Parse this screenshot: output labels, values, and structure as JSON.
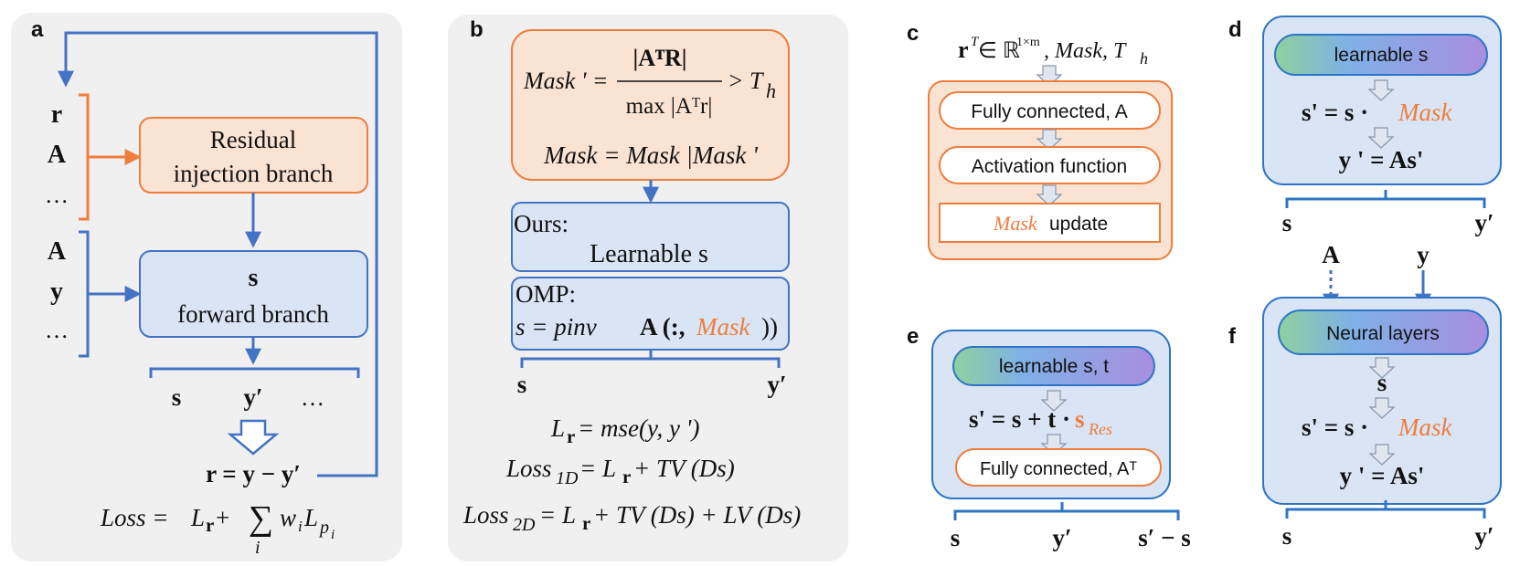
{
  "panels": {
    "a": {
      "letter": "a",
      "left_vars_top": [
        "r",
        "A",
        "…"
      ],
      "left_vars_bottom": [
        "A",
        "y",
        "…"
      ],
      "residual_box": [
        "Residual",
        "injection branch"
      ],
      "forward_box": [
        "s",
        "forward branch"
      ],
      "outputs": [
        "s",
        "y′",
        "…"
      ],
      "residual_eq": "r = y − y′",
      "loss_eq": {
        "lhs": "Loss = ",
        "L": "L",
        "r": "r",
        "plus": " + ",
        "sum": "∑",
        "i": "i",
        "w": "w",
        "wi": "i",
        "Lp": "L",
        "p": "p",
        "pi": "i"
      }
    },
    "b": {
      "letter": "b",
      "mask_prime": {
        "lhs": "Mask ' =",
        "num": "|AᵀR|",
        "den": "max |Aᵀr|",
        "rhs": "> T",
        "sub": "h"
      },
      "mask_eq": "Mask = Mask |Mask '",
      "ours_box": [
        "Ours:",
        "Learnable s"
      ],
      "omp_box": {
        "title": "OMP:",
        "eq_prefix": "s = pinv",
        "eq_arg": "A (:, ",
        "mask": "Mask",
        "close": "))"
      },
      "outputs": [
        "s",
        "y′"
      ],
      "losses": [
        {
          "lhs": "L",
          "sub": "r",
          "rhs": " = mse(y, y ')"
        },
        {
          "lhs": "Loss",
          "sub": "1D",
          "rhs": " = L",
          "sub2": "r",
          "rhs2": " + TV (Ds)"
        },
        {
          "lhs": "Loss",
          "sub": "2D",
          "rhs": " = L",
          "sub2": "r",
          "rhs2": " + TV (Ds) + LV (Ds)"
        }
      ]
    },
    "c": {
      "letter": "c",
      "input": {
        "r": "r",
        "T": "T",
        "in": " ∈ ℝ",
        "dims": "1×m",
        "rest": ", Mask, T",
        "h": "h"
      },
      "steps": [
        "Fully connected, A",
        "Activation function"
      ],
      "mask_update": {
        "mask": "Mask",
        "rest": " update"
      }
    },
    "d": {
      "letter": "d",
      "learnable": "learnable s",
      "eq1": {
        "lhs": "s' = s · ",
        "mask": "Mask"
      },
      "eq2": "y ' = As'",
      "outputs": [
        "s",
        "y′"
      ]
    },
    "e": {
      "letter": "e",
      "learnable": "learnable s, t",
      "eq1": {
        "lhs": "s' = s + t · ",
        "s": "s",
        "sub": "Res"
      },
      "fc": "Fully connected, Aᵀ",
      "outputs": [
        "s",
        "y′",
        "s′ − s"
      ]
    },
    "f": {
      "letter": "f",
      "inputs": [
        "A",
        "y"
      ],
      "neural": "Neural layers",
      "s": "s",
      "eq1": {
        "lhs": "s' = s · ",
        "mask": "Mask"
      },
      "eq2": "y ' = As'",
      "outputs": [
        "s",
        "y′"
      ]
    }
  },
  "colors": {
    "blue": "#4472c4",
    "orange": "#ef7d3c",
    "orange_fill": "#fbe3d4",
    "blue_fill": "#d9e5f5",
    "panel_bg": "#f0f0f0",
    "mask_orange": "#ef7d3c"
  }
}
